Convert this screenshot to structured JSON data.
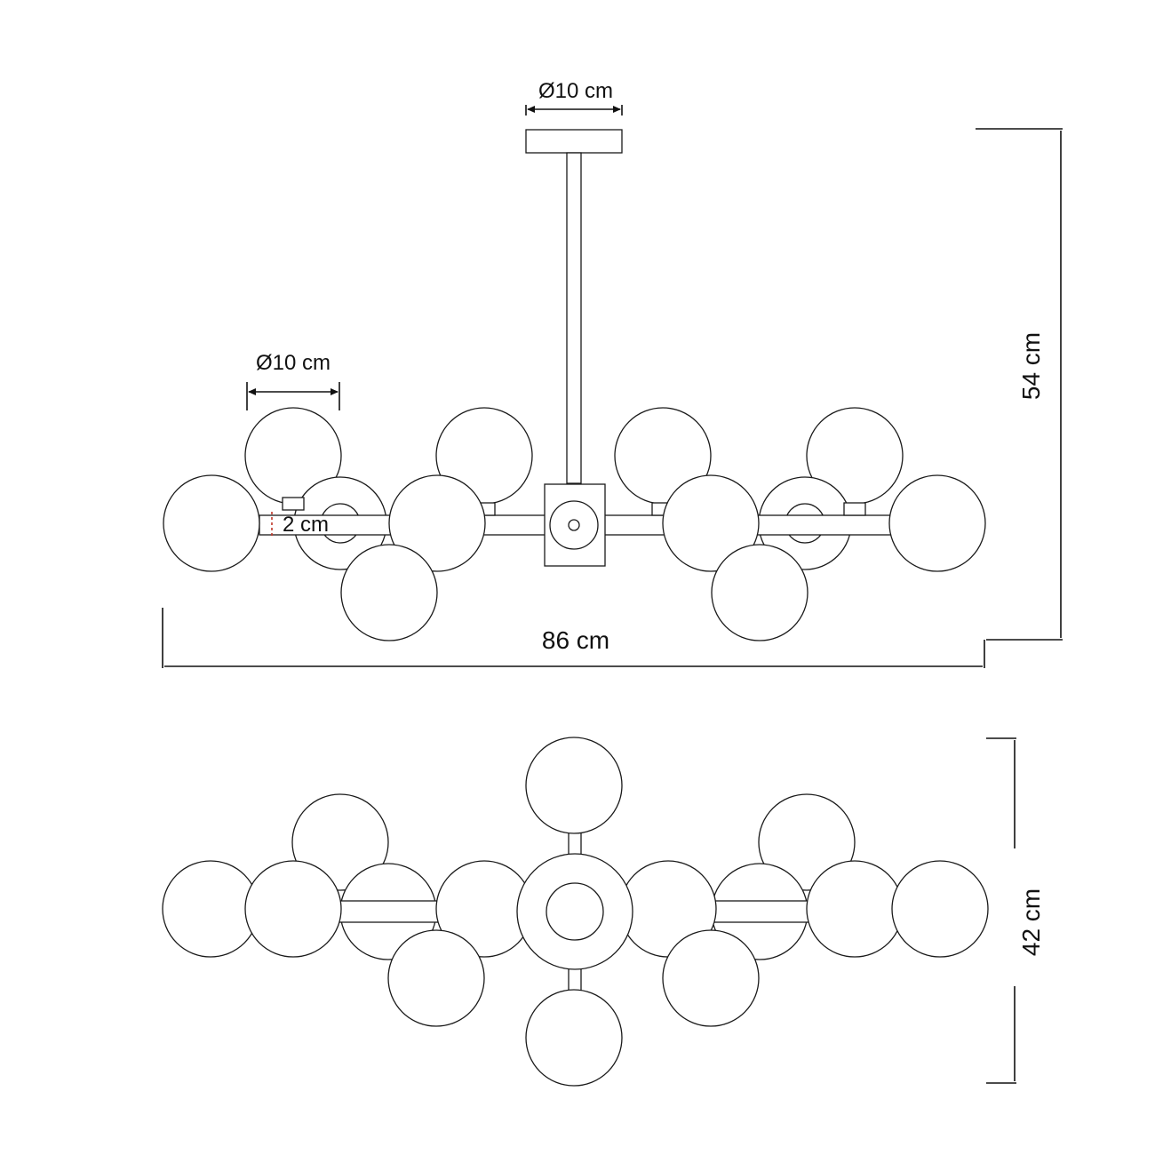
{
  "labels": {
    "canopy_diameter": "Ø10 cm",
    "globe_diameter": "Ø10 cm",
    "arm_thickness": "2 cm",
    "total_width": "86 cm",
    "total_height": "54 cm",
    "total_depth": "42 cm"
  },
  "colors": {
    "line": "#1a1a1a",
    "background": "#ffffff",
    "accent_marker": "#c0392b"
  },
  "icons": {
    "dimension_arrow": "arrow-head"
  }
}
